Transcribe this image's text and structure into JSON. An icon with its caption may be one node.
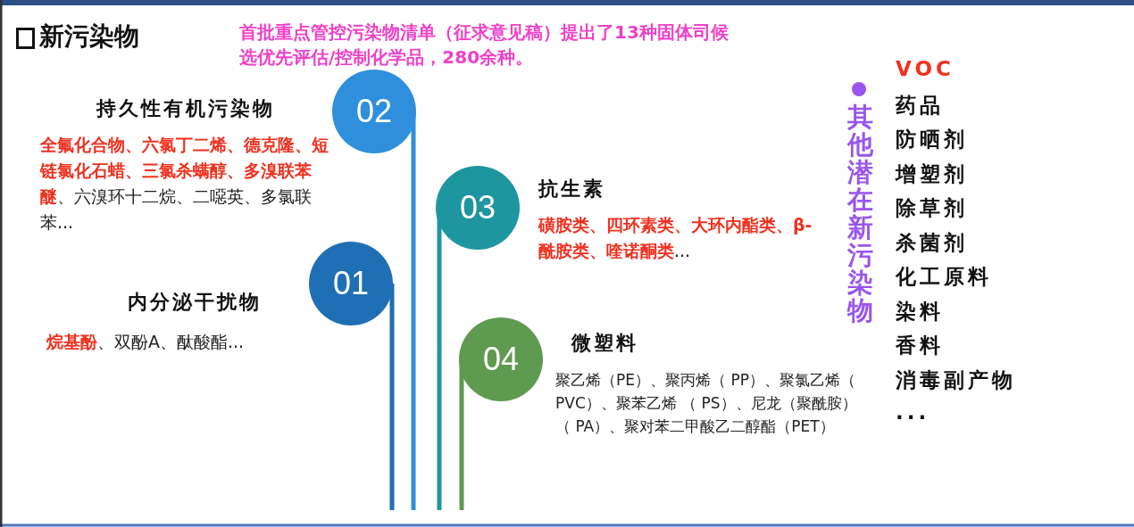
{
  "diagram": {
    "title": "新污染物",
    "nodes": [
      {
        "text": [
          "02"
        ],
        "beside": [
          "持久性有机污染物",
          "**全氟化合物、六氯丁二烯、德克隆、短链氯化石蜡、三氯杀螨醇、多溴联苯醚**、六溴环十二烷、二噁英、多氯联苯..."
        ]
      },
      {
        "text": [
          "01"
        ],
        "beside": [
          "内分泌干扰物",
          "**烷基酚**、双酚A、酞酸酯..."
        ]
      },
      {
        "text": [
          "03"
        ],
        "beside": [
          "抗生素",
          "**磺胺类、四环素类、大环内酯类、β-酰胺类、喹诺酮类**..."
        ]
      },
      {
        "text": [
          "04"
        ],
        "beside": [
          "微塑料",
          "聚乙烯（PE）、聚丙烯（ PP）、聚氯乙烯（ PVC）、聚苯乙烯 （ PS）、尼龙（聚酰胺）（ PA）、聚对苯二甲酸乙二醇酯（PET）"
        ]
      }
    ],
    "edges": [],
    "labels": [
      "首批重点管控污染物清单（征求意见稿）提出了13种固体司候选优先评估/控制化学品，280余种。",
      "其他潜在新污染物",
      "VOC",
      "药品",
      "防晒剂",
      "增塑剂",
      "除草剂",
      "杀菌剂",
      "化工原料",
      "染料",
      "香料",
      "消毒副产物",
      "..."
    ]
  }
}
